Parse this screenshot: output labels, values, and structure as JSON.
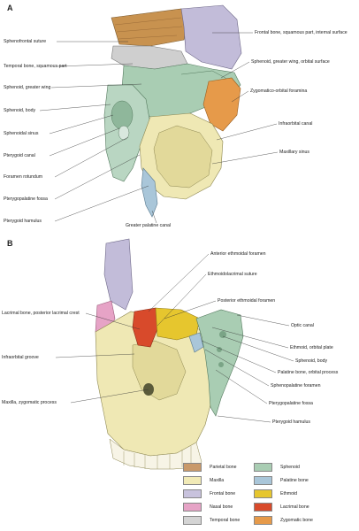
{
  "panelA": {
    "letter": "A",
    "leftLabels": [
      "Sphenofrontal suture",
      "Temporal bone, squamous part",
      "Sphenoid, greater wing",
      "Sphenoid, body",
      "Sphenoidal sinus",
      "Pterygoid canal",
      "Foramen rotundum",
      "Pterygopalatine fossa",
      "Pterygoid hamulus"
    ],
    "rightLabels": [
      "Frontal bone, squamous part, internal surface",
      "Sphenoid, greater wing, orbital surface",
      "Zygomatico-orbital foramina",
      "Infraorbital canal",
      "Maxillary sinus"
    ],
    "bottomLabel": "Greater palatine canal"
  },
  "panelB": {
    "letter": "B",
    "rightLabels": [
      "Anterior ethmoidal foramen",
      "Ethmoidolacrimal suture",
      "Posterior ethmoidal foramen",
      "Optic canal",
      "Ethmoid, orbital plate",
      "Sphenoid, body",
      "Palatine bone, orbital process",
      "Sphenopalatine foramen",
      "Pterygopalatine fossa",
      "Pterygoid hamulus"
    ],
    "leftLabels": [
      "Lacrimal bone, posterior lacrimal crest",
      "Infraorbital groove",
      "Maxilla, zygomatic process"
    ]
  },
  "legend": [
    {
      "label": "Parietal bone",
      "color": "#c9996a"
    },
    {
      "label": "Sphenoid",
      "color": "#a9cdb3"
    },
    {
      "label": "Maxilla",
      "color": "#f1eab6"
    },
    {
      "label": "Palatine bone",
      "color": "#a9c6d9"
    },
    {
      "label": "Frontal bone",
      "color": "#c8c2dd"
    },
    {
      "label": "Ethmoid",
      "color": "#e6c62e"
    },
    {
      "label": "Nasal bone",
      "color": "#e6a3c6"
    },
    {
      "label": "Lacrimal bone",
      "color": "#d84a2b"
    },
    {
      "label": "Temporal bone",
      "color": "#d4d4d4"
    },
    {
      "label": "Zygomatic bone",
      "color": "#e69a4a"
    }
  ]
}
